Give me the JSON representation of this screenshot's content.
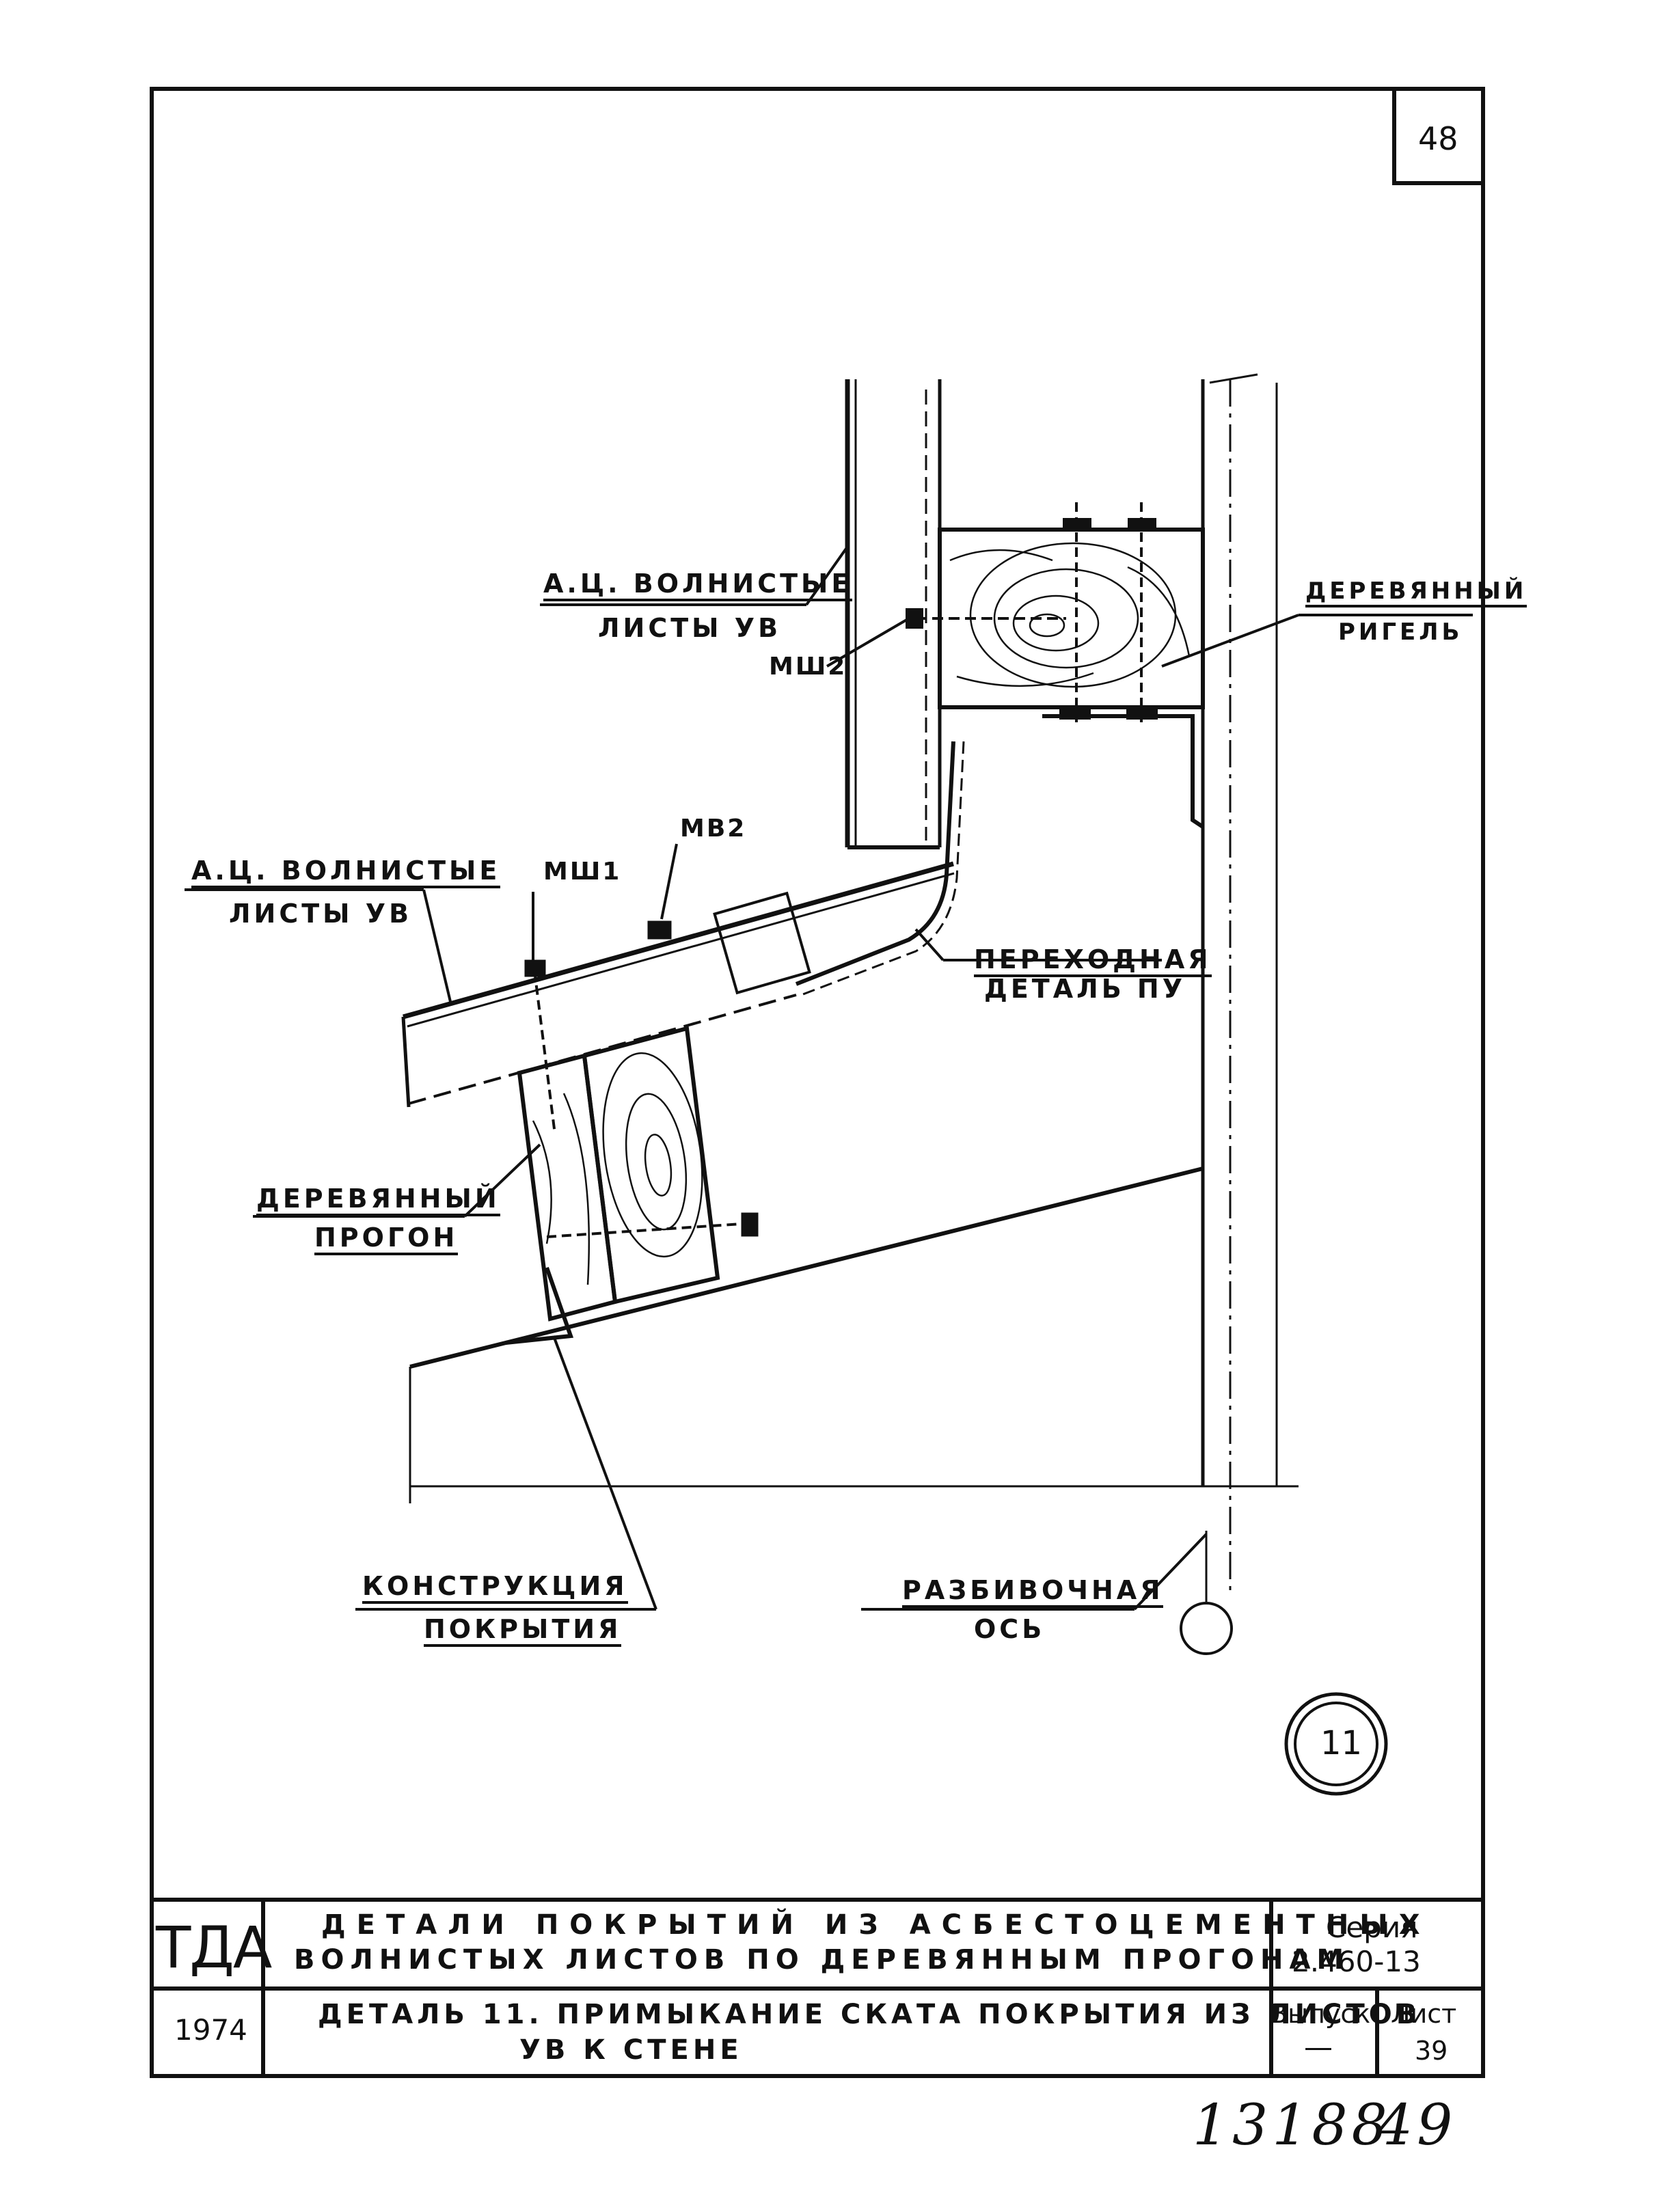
{
  "sheet": {
    "page_number": "48",
    "detail_number": "11",
    "handwritten_number": "13188",
    "handwritten_page": "49"
  },
  "labels": {
    "wall_sheets_line1": "А.Ц. ВОЛНИСТЫЕ",
    "wall_sheets_line2": "ЛИСТЫ УВ",
    "wall_fastener": "МШ2",
    "wood_girt_line1": "ДЕРЕВЯННЫЙ",
    "wood_girt_line2": "РИГЕЛЬ",
    "roof_sheets_line1": "А.Ц. ВОЛНИСТЫЕ",
    "roof_sheets_line2": "ЛИСТЫ УВ",
    "roof_fastener_1": "МШ1",
    "roof_fastener_2": "МВ2",
    "transition_line1": "ПЕРЕХОДНАЯ",
    "transition_line2": "ДЕТАЛЬ ПУ",
    "wood_purlin_line1": "ДЕРЕВЯННЫЙ",
    "wood_purlin_line2": "ПРОГОН",
    "roof_structure_line1": "КОНСТРУКЦИЯ",
    "roof_structure_line2": "ПОКРЫТИЯ",
    "axis_line1": "РАЗБИВОЧНАЯ",
    "axis_line2": "ОСЬ"
  },
  "title_block": {
    "org": "ТДА",
    "year": "1974",
    "title_line1": "ДЕТАЛИ ПОКРЫТИЙ ИЗ АСБЕСТОЦЕМЕНТНЫХ",
    "title_line2": "ВОЛНИСТЫХ ЛИСТОВ ПО ДЕРЕВЯННЫМ ПРОГОНАМ",
    "subtitle_line1": "ДЕТАЛЬ 11. ПРИМЫКАНИЕ СКАТА ПОКРЫТИЯ ИЗ ЛИСТОВ",
    "subtitle_line2": "УВ К СТЕНЕ",
    "series_label": "Серия",
    "series_value": "2.460-13",
    "issue_label": "Выпуск",
    "issue_value": "—",
    "sheet_label": "Лист",
    "sheet_value": "39"
  }
}
